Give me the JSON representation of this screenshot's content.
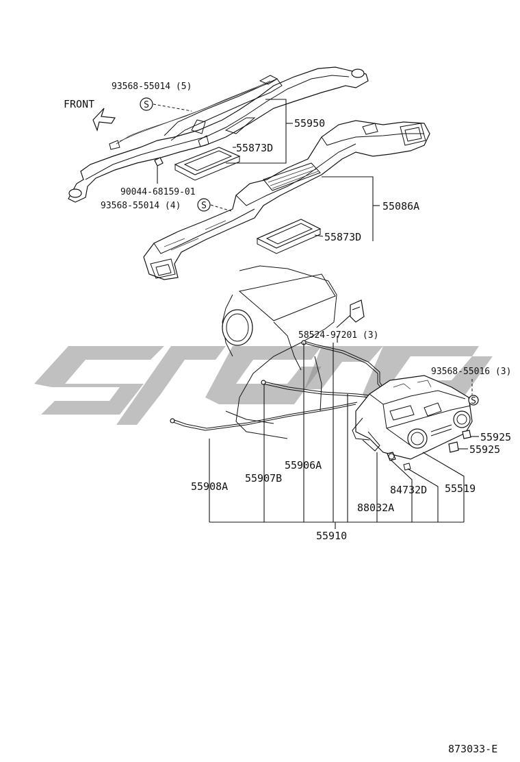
{
  "diagram": {
    "front_label": "FRONT",
    "parts": {
      "p93568_55014_5": "93568-55014 (5)",
      "p55950": "55950",
      "p55873D_top": "55873D",
      "p90044_68159_01": "90044-68159-01",
      "p93568_55014_4": "93568-55014 (4)",
      "p55086A": "55086A",
      "p55873D_mid": "55873D",
      "p58524_97201_3": "58524-97201 (3)",
      "p93568_55016_3": "93568-55016 (3)",
      "p55925_a": "55925",
      "p55925_b": "55925",
      "p55906A": "55906A",
      "p55908A": "55908A",
      "p55907B": "55907B",
      "p84732D": "84732D",
      "p55519": "55519",
      "p88032A": "88032A",
      "p55910": "55910"
    },
    "screw_symbol": "S",
    "diagram_code": "873033-E",
    "colors": {
      "line": "#111111",
      "watermark": "#8c8c8c"
    }
  }
}
